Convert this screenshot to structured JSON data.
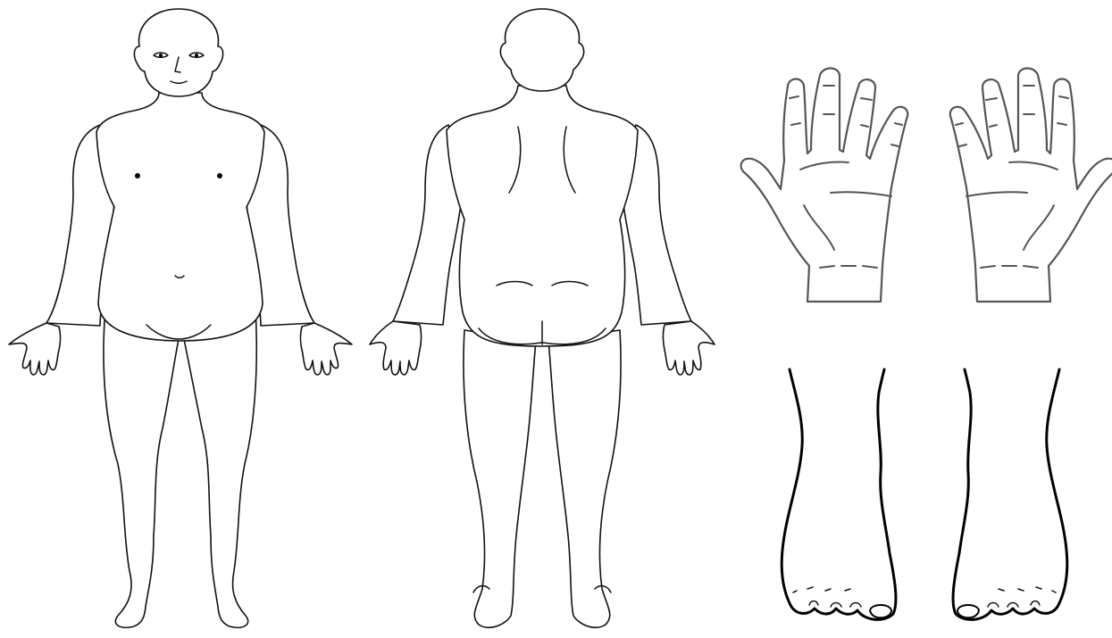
{
  "figures": [
    {
      "name": "body-front",
      "view": "anterior"
    },
    {
      "name": "body-back",
      "view": "posterior"
    },
    {
      "name": "hands",
      "view": "palms"
    },
    {
      "name": "feet",
      "view": "dorsal"
    }
  ],
  "colors": {
    "background": "#ffffff",
    "body_outline": "#111111",
    "hand_outline": "#555555",
    "foot_outline": "#000000"
  }
}
